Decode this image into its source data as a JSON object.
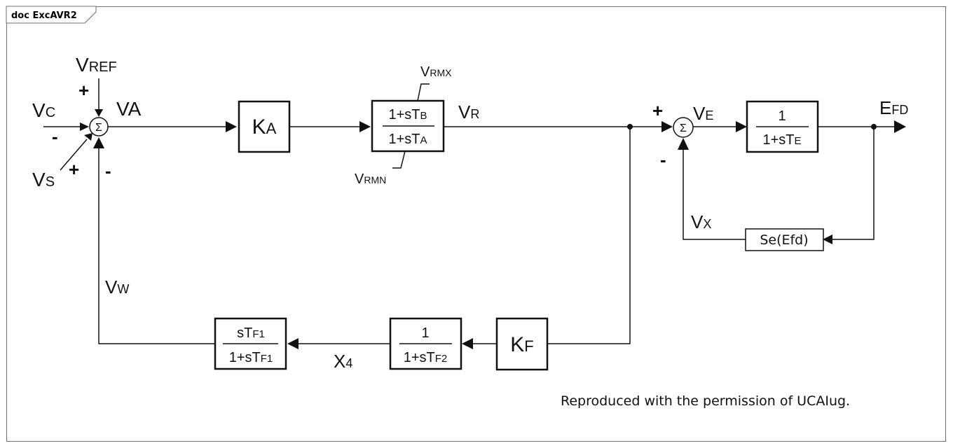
{
  "window": {
    "tab_label": "doc ExcAVR2"
  },
  "summing_junctions": {
    "symbol": "Σ"
  },
  "inputs": {
    "vref": {
      "main": "V",
      "sub": "REF"
    },
    "vc": {
      "main": "V",
      "sub": "C"
    },
    "vs": {
      "main": "V",
      "sub": "S"
    },
    "va": "VA"
  },
  "signs": {
    "plus": "+",
    "minus": "-"
  },
  "blocks": {
    "ka": {
      "main": "K",
      "sub": "A"
    },
    "lead_lag": {
      "num_pre": "1+sT",
      "num_sub": "B",
      "den_pre": "1+sT",
      "den_sub": "A"
    },
    "exciter": {
      "num": "1",
      "den_pre": "1+sT",
      "den_sub": "E"
    },
    "saturation": "Se(Efd)",
    "kf": {
      "main": "K",
      "sub": "F"
    },
    "tf2": {
      "num": "1",
      "den_pre": "1+sT",
      "den_sub": "F2"
    },
    "tf1": {
      "num_pre": "sT",
      "num_sub": "F1",
      "den_pre": "1+sT",
      "den_sub": "F1"
    }
  },
  "limits": {
    "vrmx": {
      "main": "V",
      "sub": "RMX"
    },
    "vrmn": {
      "main": "V",
      "sub": "RMN"
    }
  },
  "signals": {
    "vr": {
      "main": "V",
      "sub": "R"
    },
    "ve": {
      "main": "V",
      "sub": "E"
    },
    "efd": {
      "main": "E",
      "sub": "FD"
    },
    "vx": {
      "main": "V",
      "sub": "X"
    },
    "vw": {
      "main": "V",
      "sub": "W"
    },
    "x4": {
      "main": "X",
      "sub": "4"
    }
  },
  "footer_note": "Reproduced with the permission of UCAIug."
}
